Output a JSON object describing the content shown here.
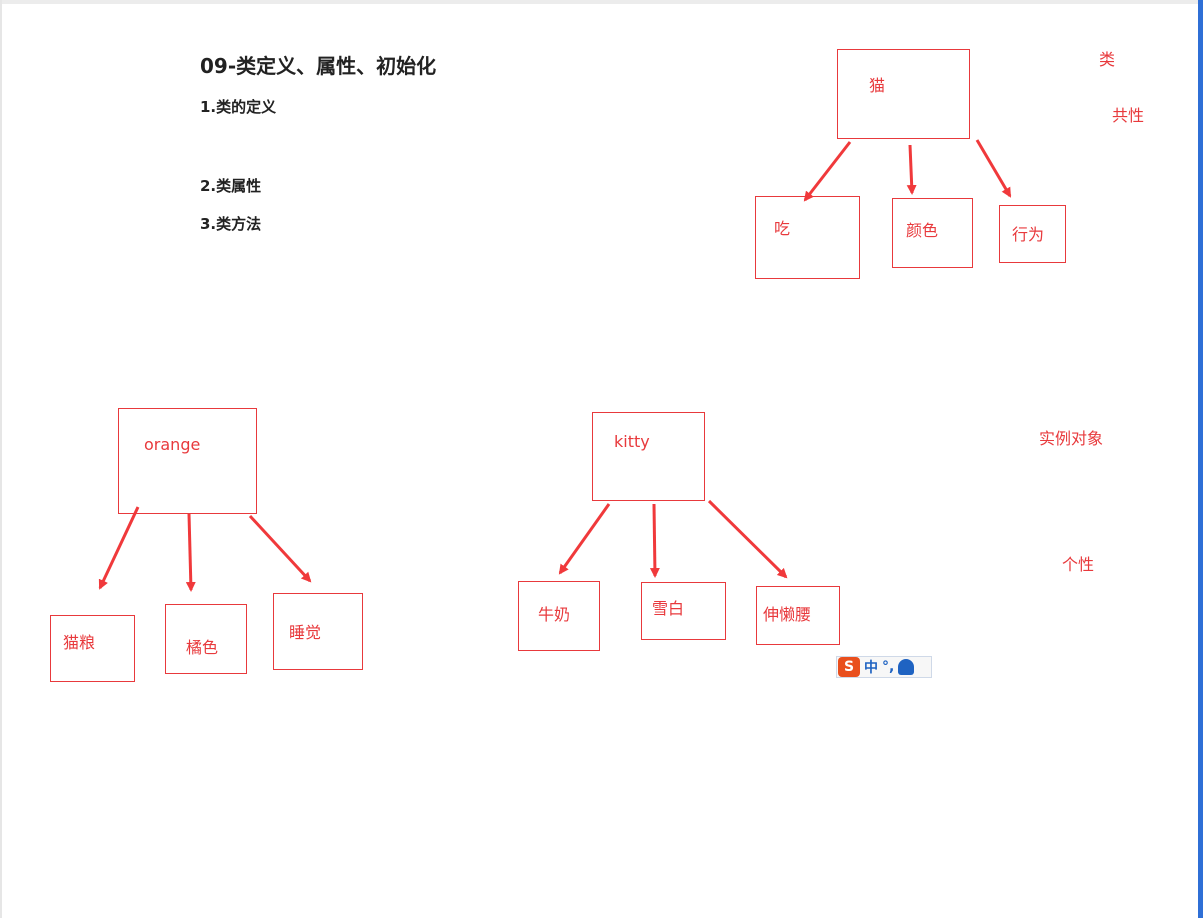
{
  "heading": {
    "title": "09-类定义、属性、初始化",
    "items": [
      "1.类的定义",
      "2.类属性",
      "3.类方法"
    ]
  },
  "diagram": {
    "class_node": {
      "label": "猫",
      "children": [
        "吃",
        "颜色",
        "行为"
      ]
    },
    "instances": [
      {
        "label": "orange",
        "children": [
          "猫粮",
          "橘色",
          "睡觉"
        ]
      },
      {
        "label": "kitty",
        "children": [
          "牛奶",
          "雪白",
          "伸懒腰"
        ]
      }
    ],
    "annotations": [
      "类",
      "共性",
      "实例对象",
      "个性"
    ]
  },
  "ime": {
    "logo": "S",
    "mode": "中",
    "punct": "°,",
    "icon": "user-icon"
  },
  "colors": {
    "accent": "#e8393c",
    "arrow": "#f0393b"
  }
}
